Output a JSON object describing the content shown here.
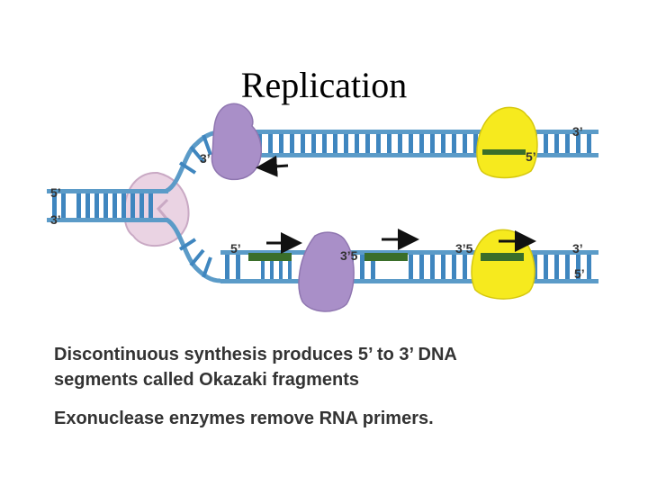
{
  "title": "Replication",
  "labels": {
    "top_right_3": "3’",
    "top_left_3": "3’",
    "top_primer_5": "5’",
    "left_top_5": "5’",
    "left_bottom_3": "3’",
    "bottom_5_a": "5’",
    "bottom_35_a": "3’5",
    "bottom_35_b": "3’5",
    "bottom_right_3": "3’",
    "bottom_right_5": "5’"
  },
  "captions": {
    "okazaki_line1": "Discontinuous synthesis produces 5’ to 3’ DNA",
    "okazaki_line2": "segments called Okazaki fragments",
    "exonuclease": "Exonuclease enzymes remove RNA primers."
  },
  "colors": {
    "dna_strand": "#5b9bc8",
    "rung": "#3f86bf",
    "helicase": "#ead3e3",
    "polymerase_purple": "#a98fc8",
    "primase_yellow": "#f6ea1e",
    "rna_primer": "#3a6e2a",
    "arrow": "#111111"
  }
}
